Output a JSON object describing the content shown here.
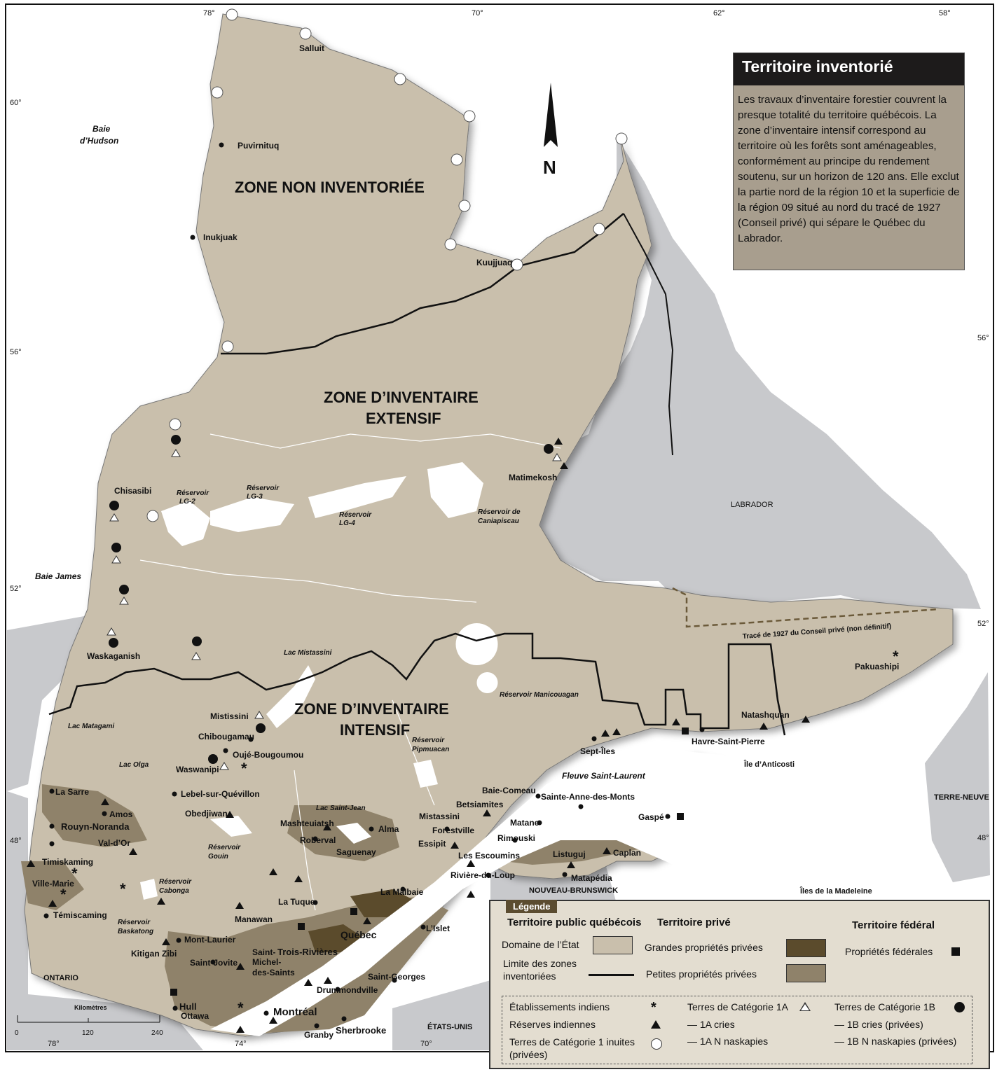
{
  "info_box": {
    "title": "Territoire inventorié",
    "body": "Les travaux d’inventaire forestier couvrent la presque totalité du territoire québécois. La zone d’inventaire intensif correspond au territoire où les forêts sont aménageables, conformément au principe du rendement soutenu, sur un horizon de 120 ans. Elle exclut la partie nord de la région 10 et la superficie de la région 09 situé au nord du tracé de 1927 (Conseil privé) qui sépare le Québec du Labrador."
  },
  "north_arrow": "N",
  "zones": {
    "non_inventoried": "ZONE NON INVENTORIÉE",
    "extensive_1": "ZONE D’INVENTAIRE",
    "extensive_2": "EXTENSIF",
    "intensive_1": "ZONE D’INVENTAIRE",
    "intensive_2": "INTENSIF"
  },
  "water_labels": {
    "baie_hudson_1": "Baie",
    "baie_hudson_2": "d’Hudson",
    "baie_james": "Baie James",
    "lg2_1": "Réservoir",
    "lg2_2": "LG-2",
    "lg3_1": "Réservoir",
    "lg3_2": "LG-3",
    "lg4_1": "Réservoir",
    "lg4_2": "LG-4",
    "caniapiscau_1": "Réservoir de",
    "caniapiscau_2": "Caniapiscau",
    "lac_mistassini": "Lac Mistassini",
    "manicouagan": "Réservoir Manicouagan",
    "pipmuacan_1": "Réservoir",
    "pipmuacan_2": "Pipmuacan",
    "matagami": "Lac Matagami",
    "olga": "Lac Olga",
    "saint_jean": "Lac Saint-Jean",
    "gouin_1": "Réservoir",
    "gouin_2": "Gouin",
    "cabonga_1": "Réservoir",
    "cabonga_2": "Cabonga",
    "baskatong_1": "Réservoir",
    "baskatong_2": "Baskatong",
    "fleuve": "Fleuve Saint-Laurent"
  },
  "region_labels": {
    "labrador": "LABRADOR",
    "terre_neuve": "TERRE-NEUVE",
    "ontario": "ONTARIO",
    "nb": "NOUVEAU-BRUNSWICK",
    "usa": "ÉTATS-UNIS",
    "anticosti": "Île d’Anticosti",
    "madeleine": "Îles de la Madeleine",
    "trace_1927": "Tracé de 1927 du Conseil privé (non définitif)"
  },
  "places": {
    "salluit": "Salluit",
    "puvirnituq": "Puvirnituq",
    "inukjuak": "Inukjuak",
    "kuujjuaq": "Kuujjuaq",
    "chisasibi": "Chisasibi",
    "matimekosh": "Matimekosh",
    "waskaganish": "Waskaganish",
    "mistissini": "Mistissini",
    "chibougamau": "Chibougamau",
    "ouje": "Oujé-Bougoumou",
    "waswanipi": "Waswanipi",
    "lebel": "Lebel-sur-Quévillon",
    "la_sarre": "La Sarre",
    "amos": "Amos",
    "rouyn": "Rouyn-Noranda",
    "valdor": "Val-d’Or",
    "timiskaming": "Timiskaming",
    "villemarie": "Ville-Marie",
    "temiscaming": "Témiscaming",
    "obedjiwan": "Obedjiwan",
    "mashteuiatsh": "Mashteuiatsh",
    "roberval": "Roberval",
    "alma": "Alma",
    "saguenay": "Saguenay",
    "mistassini": "Mistassini",
    "forestville": "Forestville",
    "essipit": "Essipit",
    "les_escoumins": "Les Escoumins",
    "betsiamites": "Betsiamites",
    "baie_comeau": "Baie-Comeau",
    "sept_iles": "Sept-Îles",
    "havre": "Havre-Saint-Pierre",
    "natashquan": "Natashquan",
    "pakuashipi": "Pakuashipi",
    "sainte_anne": "Sainte-Anne-des-Monts",
    "matane": "Matane",
    "gaspe": "Gaspé",
    "rimouski": "Rimouski",
    "listuguj": "Listuguj",
    "caplan": "Caplan",
    "matapedia": "Matapédia",
    "riviere_du_loup": "Rivière-du-Loup",
    "la_malbaie": "La Malbaie",
    "lislet": "L’Islet",
    "quebec": "Québec",
    "la_tuque": "La Tuque",
    "manawan": "Manawan",
    "trois_rivieres": "Trois-Rivières",
    "saint_michel_1": "Saint-",
    "saint_michel_2": "Michel-",
    "saint_michel_3": "des-Saints",
    "mont_laurier": "Mont-Laurier",
    "kitigan": "Kitigan Zibi",
    "saint_jovite": "Saint-Jovite",
    "hull": "Hull",
    "ottawa": "Ottawa",
    "montreal": "Montréal",
    "drummondville": "Drummondville",
    "saint_georges": "Saint-Georges",
    "granby": "Granby",
    "sherbrooke": "Sherbrooke"
  },
  "graticule": {
    "lon_78_top": "78°",
    "lon_70_top": "70°",
    "lon_62_top": "62°",
    "lon_58_top": "58°",
    "lat_60": "60°",
    "lat_56_left": "56°",
    "lat_56_right": "56°",
    "lat_52_left": "52°",
    "lat_52_right": "52°",
    "lat_48_left": "48°",
    "lat_48_right": "48°",
    "lon_78_bottom": "78°",
    "lon_74_bottom": "74°",
    "lon_70_bottom": "70°"
  },
  "scale": {
    "title": "Kilomètres",
    "t0": "0",
    "t120": "120",
    "t240": "240"
  },
  "legend": {
    "tab": "Légende",
    "public_heading": "Territoire public québécois",
    "private_heading": "Territoire privé",
    "federal_heading": "Territoire fédéral",
    "domaine": "Domaine de l’État",
    "limite_1": "Limite des zones",
    "limite_2": "inventoriées",
    "grandes": "Grandes propriétés privées",
    "petites": "Petites propriétés privées",
    "federales": "Propriétés fédérales",
    "etablissements": "Établissements indiens",
    "reserves": "Réserves indiennes",
    "inuites_1": "Terres de Catégorie 1 inuites",
    "inuites_2": "(privées)",
    "cat1a": "Terres de Catégorie 1A",
    "cat1a_cries": "— 1A cries",
    "cat1a_nask": "— 1A N naskapies",
    "cat1b": "Terres de Catégorie 1B",
    "cat1b_cries": "— 1B cries (privées)",
    "cat1b_nask": "— 1B N naskapies (privées)"
  },
  "colors": {
    "land": "#c9bfac",
    "outside": "#c8c9cc",
    "water": "#ffffff",
    "large_private": "#5b4b2c",
    "small_private": "#8f826a",
    "info_bg": "#a89e8e",
    "legend_bg": "#e3ddd0"
  }
}
